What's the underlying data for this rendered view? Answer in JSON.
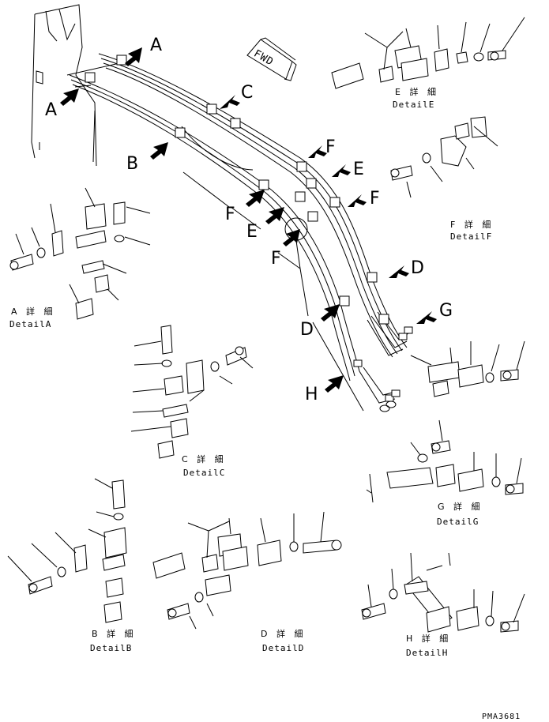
{
  "diagram": {
    "callout_letters": {
      "a_top": "A",
      "a_left": "A",
      "b": "B",
      "c": "C",
      "d_right": "D",
      "d_mid": "D",
      "e_right": "E",
      "e_mid": "E",
      "f_top": "F",
      "f_right": "F",
      "f_mid1": "F",
      "f_mid2": "F",
      "g": "G",
      "h": "H"
    },
    "fwd_label": "FWD",
    "details": {
      "a": {
        "jp": "A 詳 細",
        "en": "DetailA"
      },
      "b": {
        "jp": "B 詳 細",
        "en": "DetailB"
      },
      "c": {
        "jp": "C 詳 細",
        "en": "DetailC"
      },
      "d": {
        "jp": "D 詳 細",
        "en": "DetailD"
      },
      "e": {
        "jp": "E 詳 細",
        "en": "DetailE"
      },
      "f": {
        "jp": "F 詳 細",
        "en": "DetailF"
      },
      "g": {
        "jp": "G 詳 細",
        "en": "DetailG"
      },
      "h": {
        "jp": "H 詳 細",
        "en": "DetailH"
      }
    },
    "drawing_number": "PMA3681"
  }
}
